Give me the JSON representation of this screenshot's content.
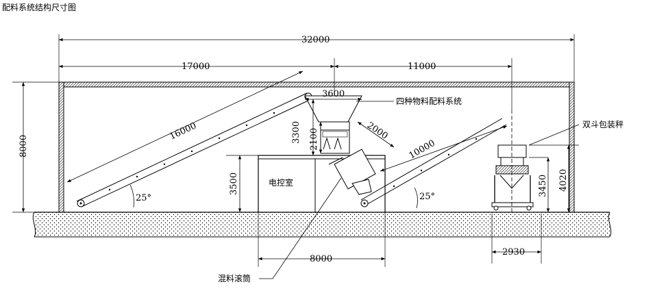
{
  "title": "配料系统结构尺寸图",
  "dimensions": {
    "total_length": "32000",
    "left_span": "17000",
    "right_span": "11000",
    "left_conveyor_length": "16000",
    "hopper_width": "3600",
    "hopper_height": "3300",
    "hopper_lower_height": "2100",
    "drum_length": "2000",
    "right_conveyor_length": "10000",
    "building_height": "8000",
    "control_room_height": "3500",
    "control_room_width": "8000",
    "scale_height_1": "3450",
    "scale_height_2": "4020",
    "scale_width": "2930",
    "angle_left": "25°",
    "angle_right": "25°"
  },
  "labels": {
    "batching_system": "四种物料配料系统",
    "double_bucket_scale": "双斗包装秤",
    "control_room": "电控室",
    "mixing_drum": "混料滚筒"
  }
}
